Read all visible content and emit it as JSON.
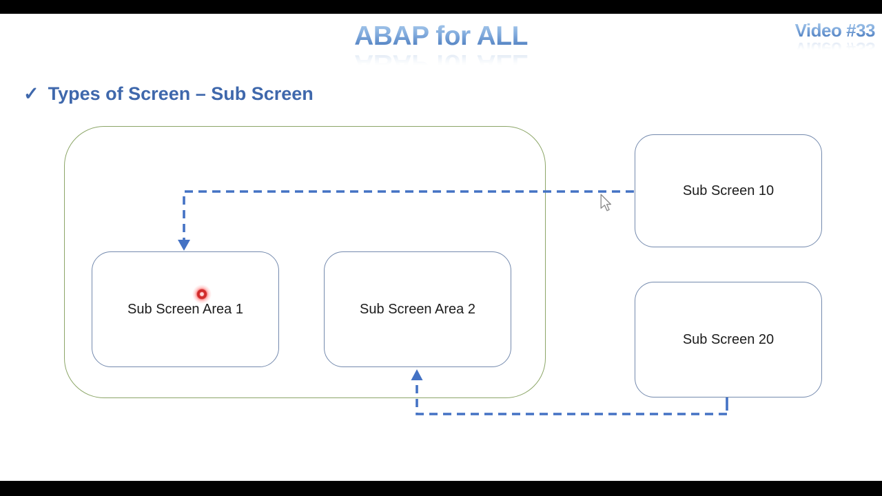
{
  "header": {
    "title": "ABAP for ALL",
    "video_label": "Video #33"
  },
  "heading": {
    "check_icon": "✓",
    "text": "Types of Screen – Sub Screen"
  },
  "diagram": {
    "main_screen": {
      "sub_screen_areas": [
        {
          "label": "Sub Screen Area 1"
        },
        {
          "label": "Sub Screen Area 2"
        }
      ]
    },
    "sub_screens": [
      {
        "label": "Sub Screen 10"
      },
      {
        "label": "Sub Screen 20"
      }
    ]
  },
  "colors": {
    "accent_blue": "#4472c4",
    "box_border_blue": "#7389ad",
    "container_border_green": "#8ba566",
    "heading_blue": "#3f68ac",
    "title_blue_light": "#a9cbec",
    "title_blue_dark": "#4576ba",
    "laser_red": "#d32f2f",
    "letterbox_black": "#000000"
  }
}
